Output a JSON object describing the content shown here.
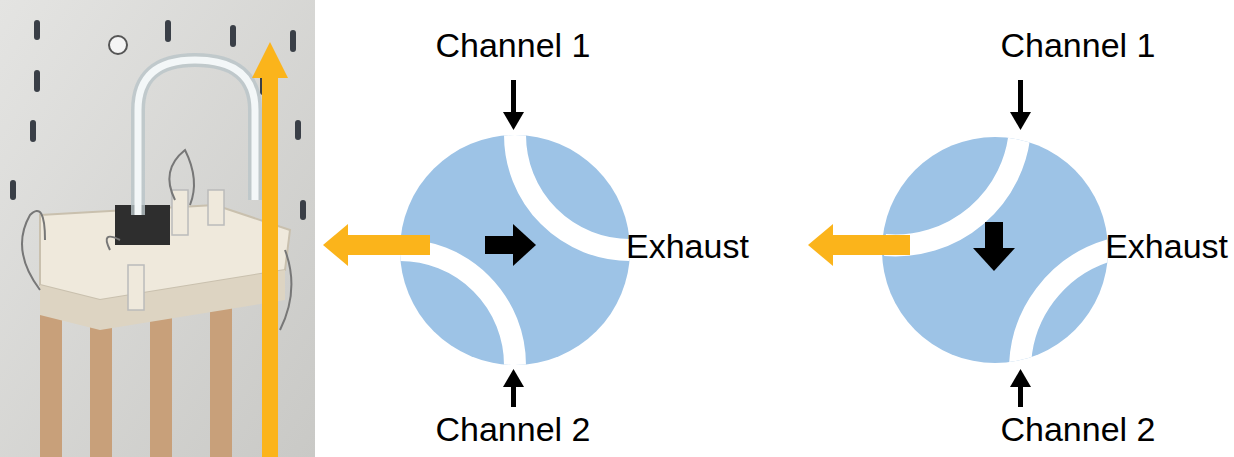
{
  "diagram": {
    "labels": [
      "Channel 1",
      "Exhaust",
      "Channel 2",
      "Channel 1",
      "Exhaust",
      "Channel 2"
    ]
  }
}
